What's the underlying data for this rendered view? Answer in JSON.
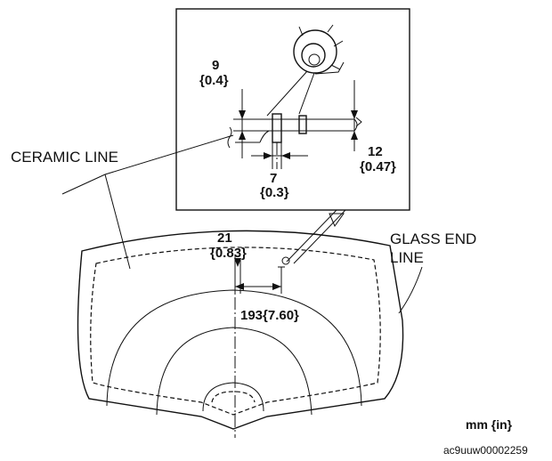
{
  "labels": {
    "ceramic_line": "CERAMIC LINE",
    "glass_end_line_1": "GLASS END",
    "glass_end_line_2": "LINE",
    "units": "mm {in}",
    "figure_code": "ac9uuw00002259"
  },
  "dimensions": {
    "dim_9_mm": "9",
    "dim_9_in": "{0.4}",
    "dim_7_mm": "7",
    "dim_7_in": "{0.3}",
    "dim_12_mm": "12",
    "dim_12_in": "{0.47}",
    "dim_21_mm": "21",
    "dim_21_in": "{0.83}",
    "dim_193": "193{7.60}"
  }
}
